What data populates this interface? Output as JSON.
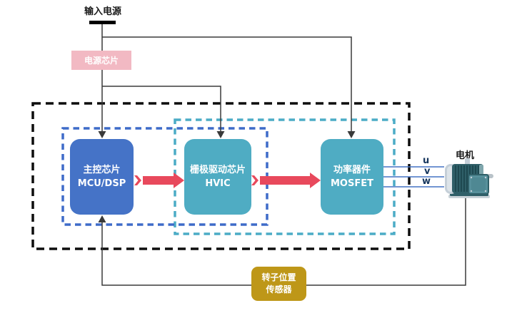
{
  "diagram": {
    "input_power_label": "输入电源",
    "power_chip": {
      "label": "电源芯片"
    },
    "blocks": [
      {
        "id": "mcu",
        "line1": "主控芯片",
        "line2": "MCU/DSP"
      },
      {
        "id": "hvic",
        "line1": "栅极驱动芯片",
        "line2": "HVIC"
      },
      {
        "id": "mosfet",
        "line1": "功率器件",
        "line2": "MOSFET"
      }
    ],
    "sensor": {
      "line1": "转子位置",
      "line2": "传感器"
    },
    "motor_label": "电机",
    "phases": [
      "u",
      "v",
      "w"
    ],
    "colors": {
      "mcu_blue": "#4573C7",
      "teal": "#4FACC3",
      "pink": "#F2B9C3",
      "gold": "#BE9718",
      "red_arrow": "#E8495C",
      "dash_black": "#0d0d0d",
      "dash_blue": "#3E6BC9",
      "dash_teal": "#4BACC6",
      "wire_dark": "#3a3a3a",
      "wire_blue": "#4472C4",
      "phase_text": "#17375E",
      "ink": "#1a1a1a"
    }
  }
}
